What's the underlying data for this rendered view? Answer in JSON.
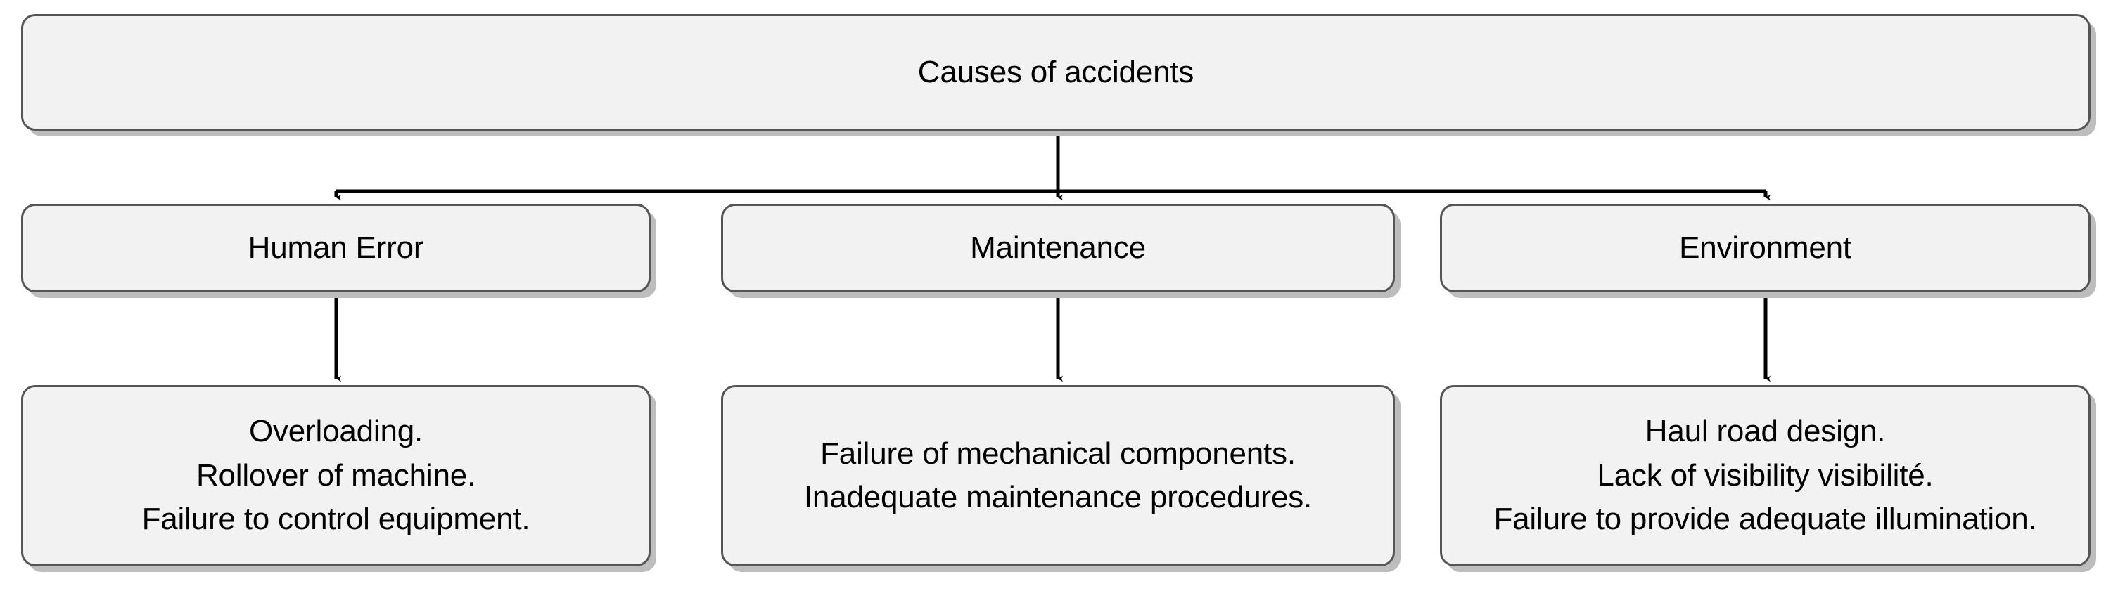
{
  "diagram": {
    "title": "Causes of accidents",
    "type": "tree-flowchart",
    "colors": {
      "node_fill": "#f2f2f2",
      "node_border": "#555555",
      "node_shadow": "#bdbdbd",
      "connector": "#000000",
      "text": "#000000",
      "background": "#ffffff"
    },
    "root": {
      "label": "Causes of accidents"
    },
    "branches": [
      {
        "category": "Human Error",
        "details": "Overloading.\nRollover of machine.\nFailure to control equipment.",
        "detail_lines": [
          "Overloading.",
          "Rollover of machine.",
          "Failure to control equipment."
        ]
      },
      {
        "category": "Maintenance",
        "details": "Failure of mechanical components.\nInadequate maintenance procedures.",
        "detail_lines": [
          "Failure of mechanical components.",
          "Inadequate maintenance procedures."
        ]
      },
      {
        "category": "Environment",
        "details": "Haul road design.\nLack of visibility visibilité.\nFailure to provide adequate illumination.",
        "detail_lines": [
          "Haul road design.",
          "Lack of visibility visibilité.",
          "Failure to provide adequate illumination."
        ]
      }
    ],
    "connectors": [
      {
        "name": "root-to-bus",
        "kind": "vertical-stem"
      },
      {
        "name": "bus",
        "kind": "horizontal-bus"
      },
      {
        "name": "bus-to-human-error",
        "kind": "arrow"
      },
      {
        "name": "bus-to-maintenance",
        "kind": "arrow"
      },
      {
        "name": "bus-to-environment",
        "kind": "arrow"
      },
      {
        "name": "human-error-to-details",
        "kind": "arrow"
      },
      {
        "name": "maintenance-to-details",
        "kind": "arrow"
      },
      {
        "name": "environment-to-details",
        "kind": "arrow"
      }
    ]
  }
}
